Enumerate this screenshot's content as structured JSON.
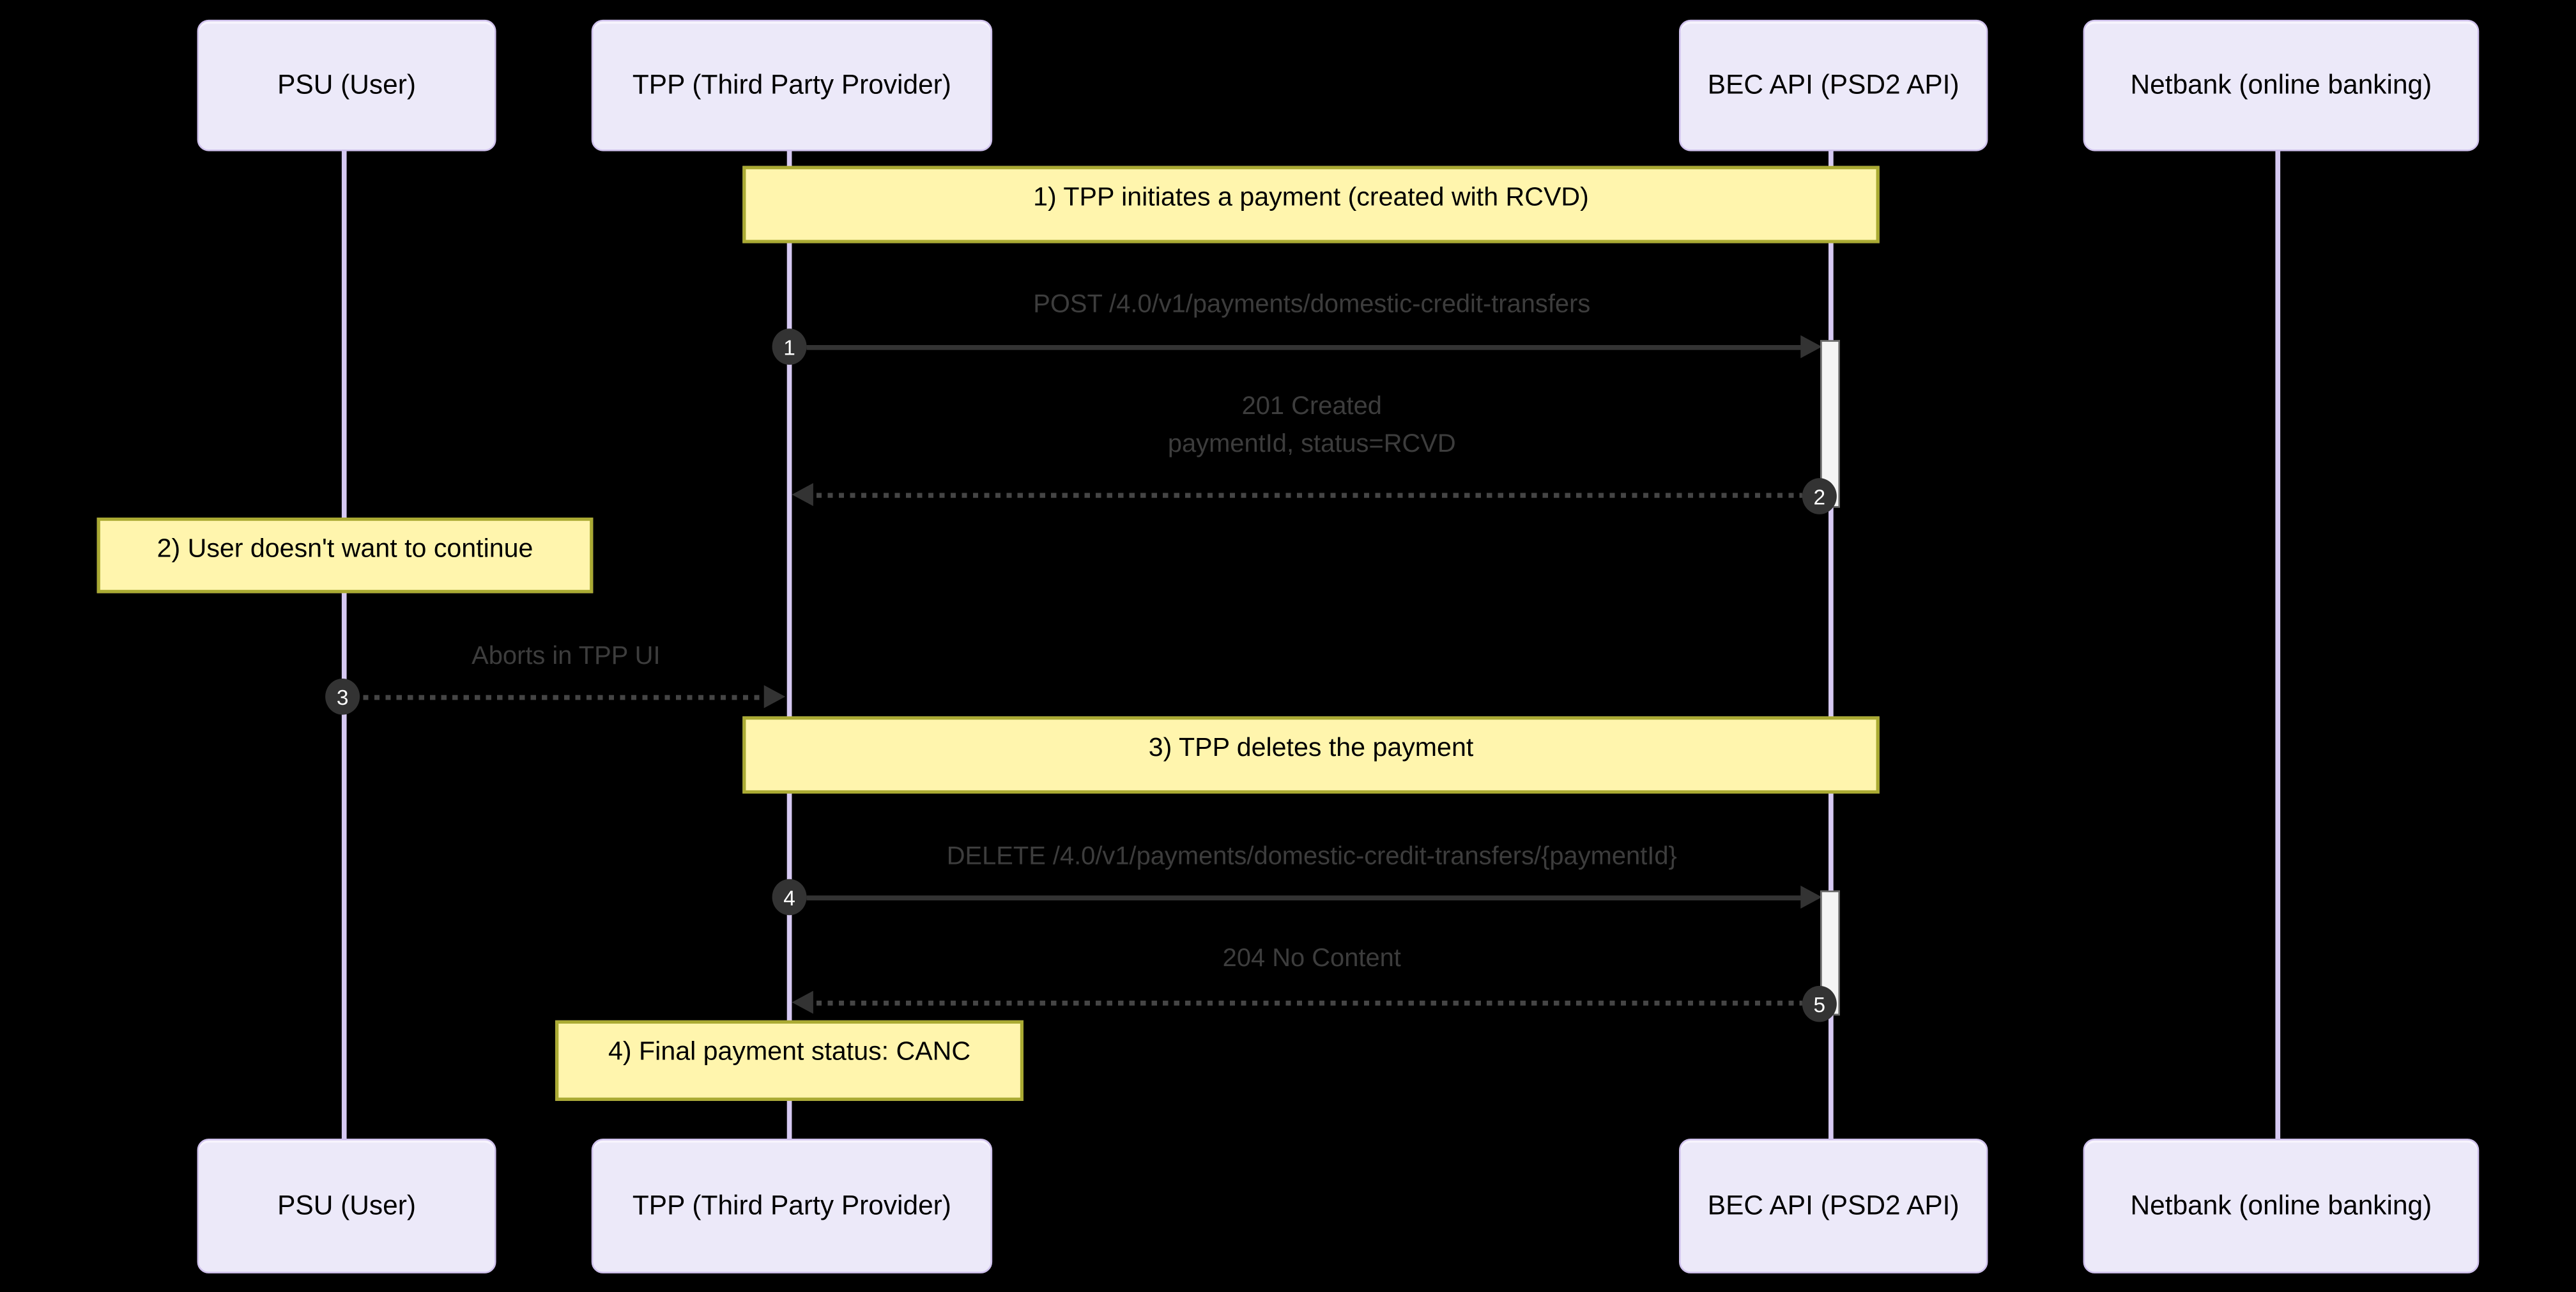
{
  "colors": {
    "background": "#000000",
    "actor_fill": "#ECE9F9",
    "actor_border": "#CFC1EC",
    "lifeline": "#D6C9F2",
    "note_fill": "#FFF5AD",
    "note_border": "#AAAA33",
    "signal_line": "#333333",
    "signal_text": "#3D3D3D",
    "sequence_number_bg": "#333333",
    "sequence_number_text": "#FFFFFF",
    "activation_fill": "#F4F4F4",
    "activation_border": "#666666"
  },
  "participants": [
    {
      "label": "PSU (User)"
    },
    {
      "label": "TPP (Third Party Provider)"
    },
    {
      "label": "BEC API (PSD2 API)"
    },
    {
      "label": "Netbank (online banking)"
    }
  ],
  "notes": [
    {
      "text": "1) TPP initiates a payment (created with RCVD)"
    },
    {
      "text": "2) User doesn't want to continue"
    },
    {
      "text": "3) TPP deletes the payment"
    },
    {
      "text": "4) Final payment status: CANC"
    }
  ],
  "messages": [
    {
      "number": "1",
      "label": "POST /4.0/v1/payments/domestic-credit-transfers"
    },
    {
      "number": "2",
      "label": "201 Created",
      "label2": "paymentId, status=RCVD"
    },
    {
      "number": "3",
      "label": "Aborts in TPP UI"
    },
    {
      "number": "4",
      "label": "DELETE /4.0/v1/payments/domestic-credit-transfers/{paymentId}"
    },
    {
      "number": "5",
      "label": "204 No Content"
    }
  ]
}
